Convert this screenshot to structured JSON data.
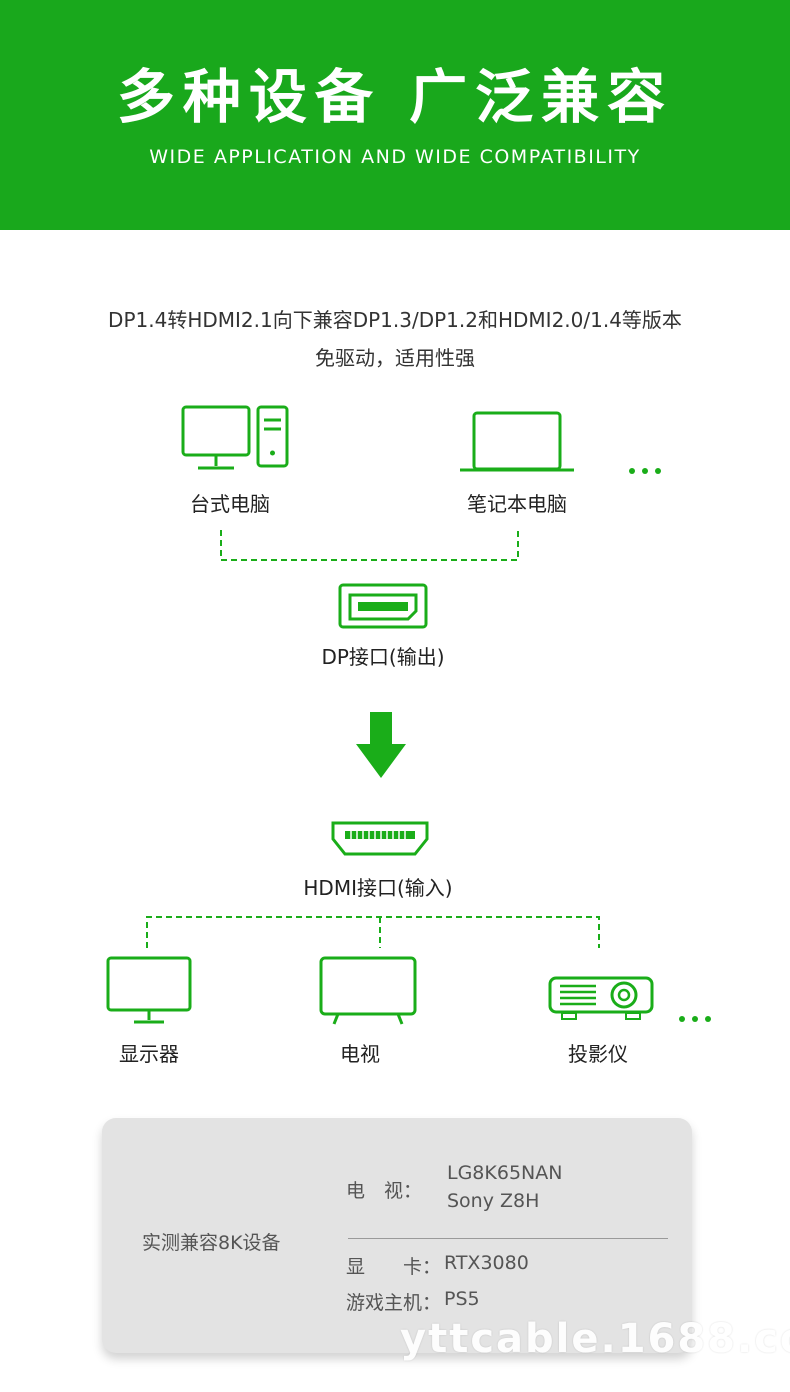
{
  "banner": {
    "title": "多种设备 广泛兼容",
    "subtitle": "WIDE APPLICATION AND WIDE COMPATIBILITY",
    "color": "#19a81c"
  },
  "description": {
    "line1": "DP1.4转HDMI2.1向下兼容DP1.3/DP1.2和HDMI2.0/1.4等版本",
    "line2": "免驱动，适用性强"
  },
  "sources": {
    "desktop_label": "台式电脑",
    "laptop_label": "笔记本电脑",
    "more": "..."
  },
  "dp_port": {
    "label": "DP接口(输出)"
  },
  "hdmi_port": {
    "label": "HDMI接口(输入)"
  },
  "targets": {
    "monitor_label": "显示器",
    "tv_label": "电视",
    "projector_label": "投影仪",
    "more": "..."
  },
  "compat_card": {
    "heading": "实测兼容8K设备",
    "tv_key": "电　视：",
    "tv_values": [
      "LG8K65NAN",
      "Sony Z8H"
    ],
    "gpu_key": "显　　卡：",
    "gpu_value": "RTX3080",
    "console_key": "游戏主机：",
    "console_value": "PS5"
  },
  "watermark": "yttcable.1688.co",
  "icon_color": "#1aad19"
}
